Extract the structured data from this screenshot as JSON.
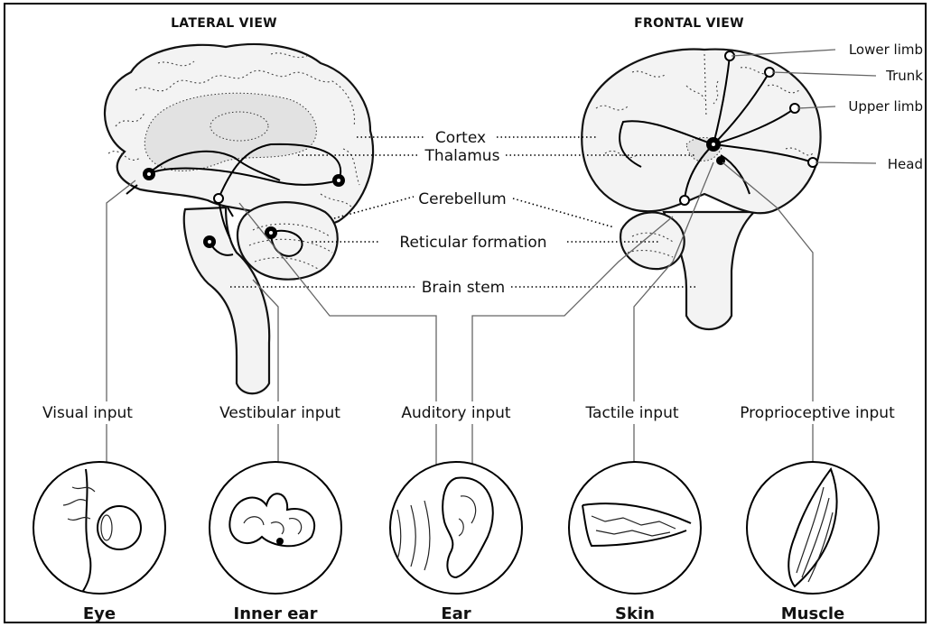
{
  "views": {
    "lateral": "LATERAL VIEW",
    "frontal": "FRONTAL VIEW"
  },
  "structures": {
    "cortex": "Cortex",
    "thalamus": "Thalamus",
    "cerebellum": "Cerebellum",
    "reticular_formation": "Reticular formation",
    "brain_stem": "Brain stem"
  },
  "body_map": {
    "lower_limb": "Lower limb",
    "trunk": "Trunk",
    "upper_limb": "Upper limb",
    "head": "Head"
  },
  "inputs": {
    "visual": "Visual input",
    "vestibular": "Vestibular input",
    "auditory": "Auditory input",
    "tactile": "Tactile input",
    "proprioceptive": "Proprioceptive input"
  },
  "organs": {
    "eye": "Eye",
    "inner_ear": "Inner ear",
    "ear": "Ear",
    "skin": "Skin",
    "muscle": "Muscle"
  }
}
